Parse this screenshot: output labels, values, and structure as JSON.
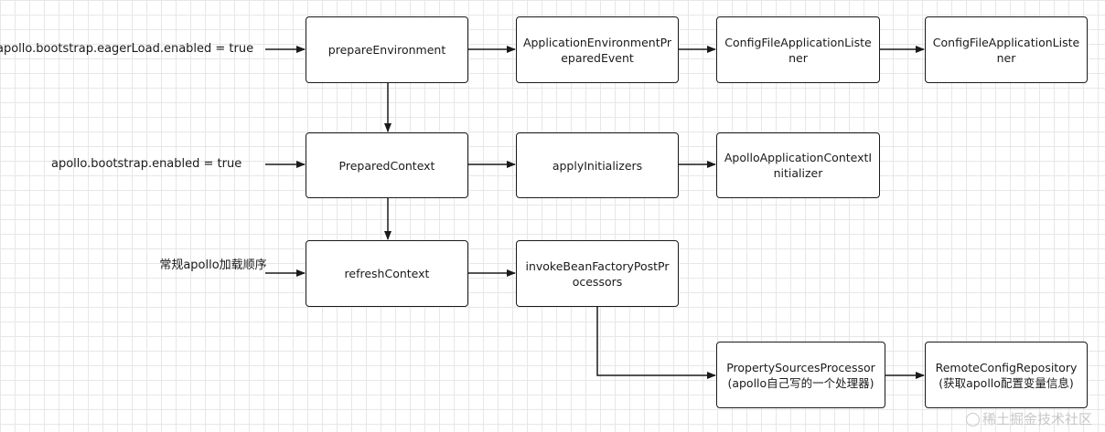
{
  "labels": {
    "eager_load": "apollo.bootstrap.eagerLoad.enabled = true",
    "bootstrap_enabled": "apollo.bootstrap.enabled = true",
    "normal_order": "常规apollo加载顺序"
  },
  "nodes": {
    "prepare_environment": "prepareEnvironment",
    "env_prepared_event": "ApplicationEnvironmentPreparedEvent",
    "config_listener_1": "ConfigFileApplicationListener",
    "config_listener_2": "ConfigFileApplicationListener",
    "prepared_context": "PreparedContext",
    "apply_initializers": "applyInitializers",
    "apollo_ctx_initializer": "ApolloApplicationContextInitializer",
    "refresh_context": "refreshContext",
    "invoke_bfpp": "invokeBeanFactoryPostProcessors",
    "property_sources_processor": "PropertySourcesProcessor\n(apollo自己写的一个处理器)",
    "remote_config_repository": "RemoteConfigRepository\n(获取apollo配置变量信息)"
  },
  "watermark": "稀土掘金技术社区"
}
